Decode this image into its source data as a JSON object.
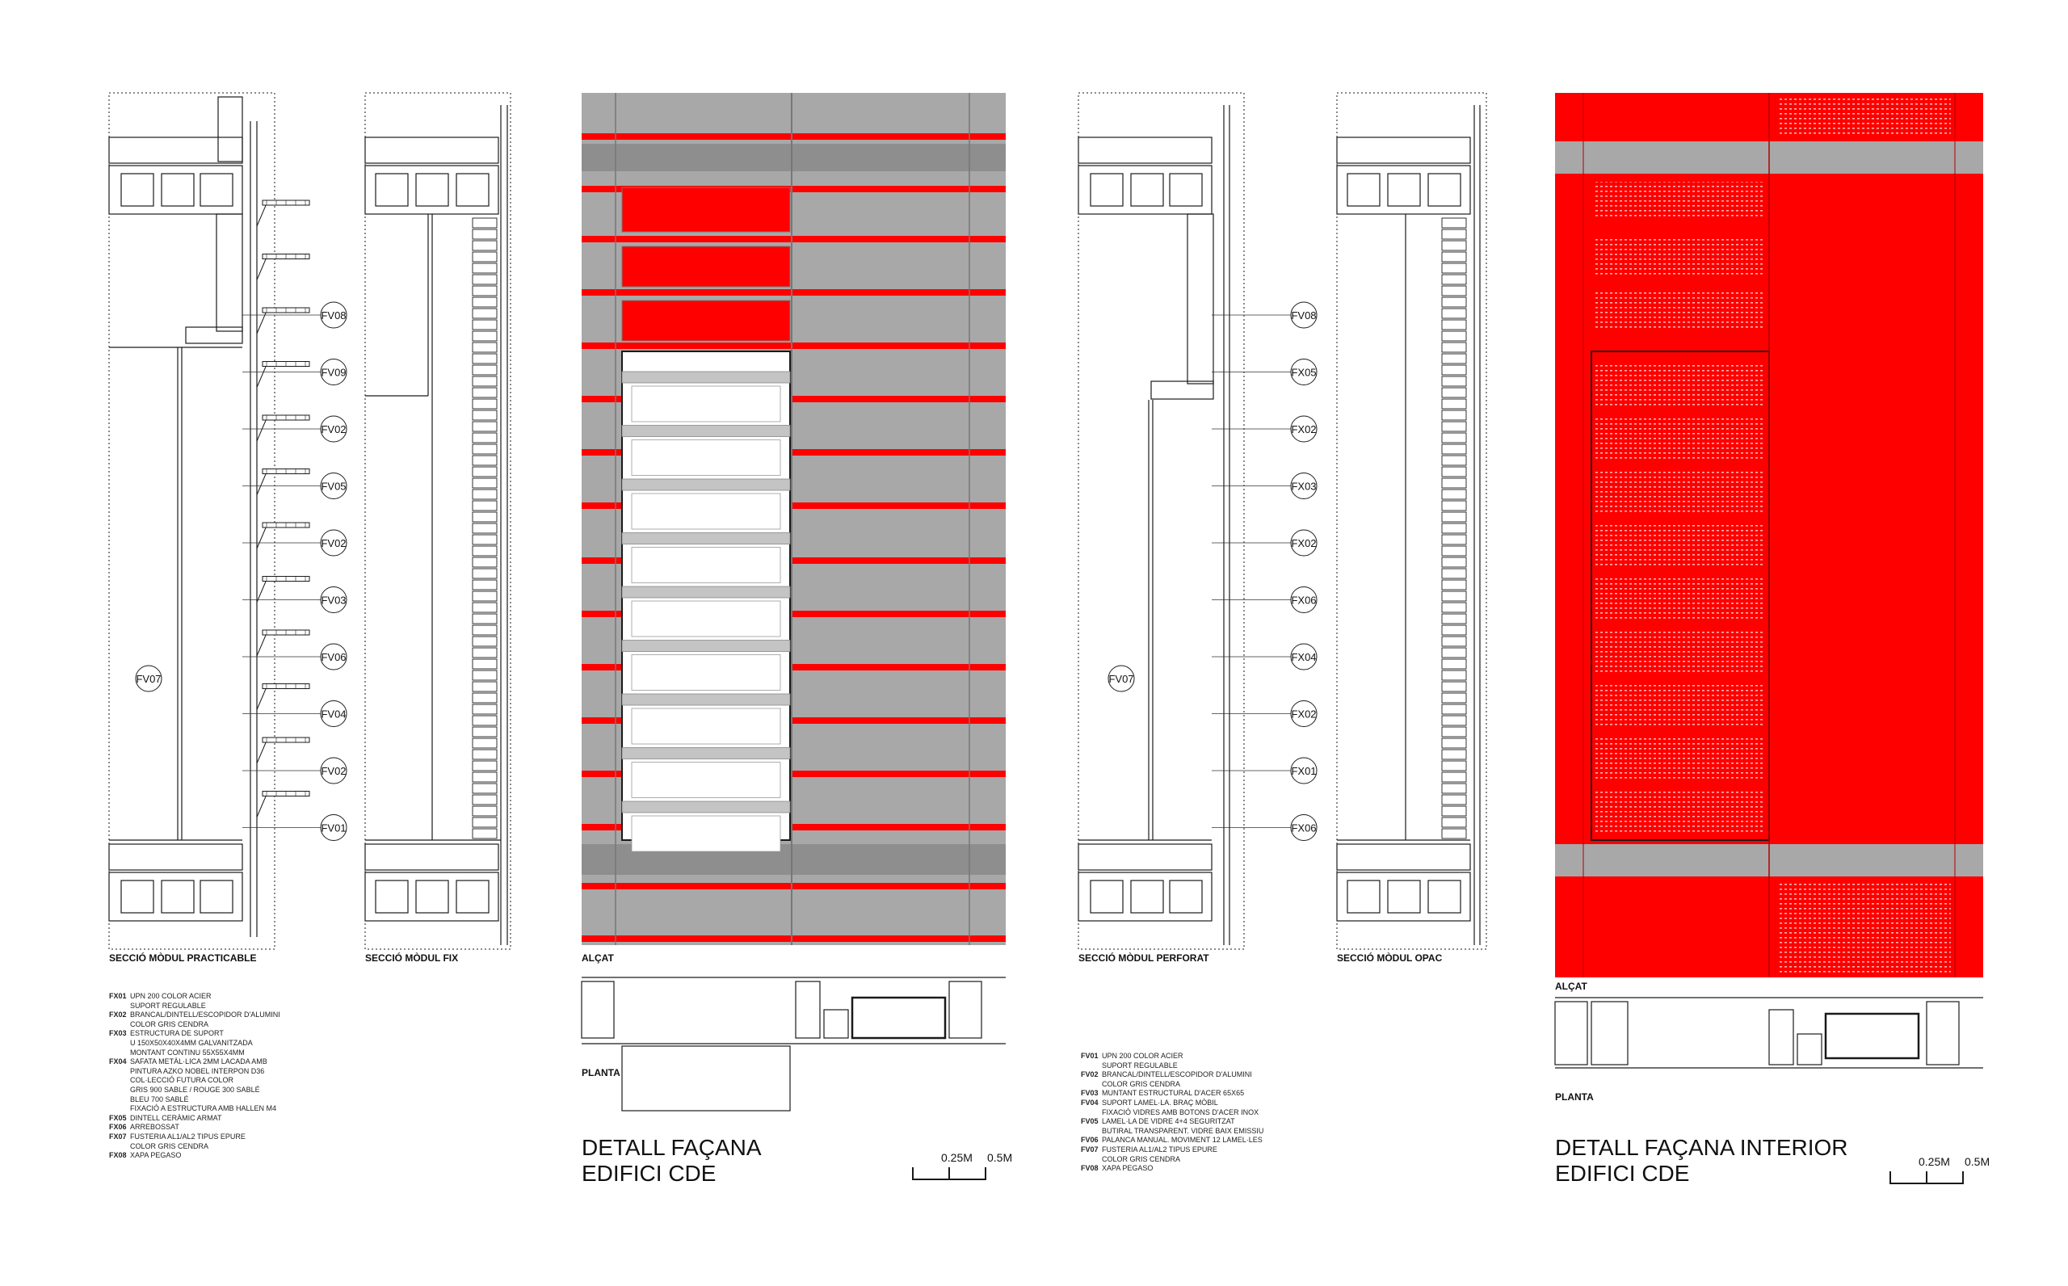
{
  "left_sheet": {
    "sections": [
      {
        "label": "SECCIÓ MÒDUL PRACTICABLE"
      },
      {
        "label": "SECCIÓ MÒDUL FIX"
      }
    ],
    "elevation_label": "ALÇAT",
    "plan_label": "PLANTA",
    "title_line1": "DETALL FAÇANA",
    "title_line2": "EDIFICI CDE",
    "scale_a": "0.25M",
    "scale_b": "0.5M",
    "callouts": [
      "FV08",
      "FV09",
      "FV02",
      "FV05",
      "FV02",
      "FV03",
      "FV06",
      "FV04",
      "FV02",
      "FV01"
    ],
    "callout_left": "FV07",
    "legend": [
      {
        "code": "FX01",
        "lines": [
          "UPN 200 COLOR ACIER",
          "SUPORT REGULABLE"
        ]
      },
      {
        "code": "FX02",
        "lines": [
          "BRANCAL/DINTELL/ESCOPIDOR D'ALUMINI",
          "COLOR GRIS CENDRA"
        ]
      },
      {
        "code": "FX03",
        "lines": [
          "ESTRUCTURA DE SUPORT",
          "U 150X50X40X4MM GALVANITZADA",
          "MONTANT CONTINU 55X55X4MM"
        ]
      },
      {
        "code": "FX04",
        "lines": [
          "SAFATA METÀL·LICA 2MM LACADA AMB",
          "PINTURA AZKO NOBEL INTERPON D36",
          "COL·LECCIÓ FUTURA COLOR",
          "GRIS 900 SABLE / ROUGE 300 SABLÉ",
          "BLEU 700 SABLÉ",
          "FIXACIÓ A ESTRUCTURA AMB HALLEN M4"
        ]
      },
      {
        "code": "FX05",
        "lines": [
          "DINTELL CERÀMIC ARMAT"
        ]
      },
      {
        "code": "FX06",
        "lines": [
          "ARREBOSSAT"
        ]
      },
      {
        "code": "FX07",
        "lines": [
          "FUSTERIA AL1/AL2 TIPUS EPURE",
          "COLOR GRIS CENDRA"
        ]
      },
      {
        "code": "FX08",
        "lines": [
          "XAPA PEGASO"
        ]
      }
    ]
  },
  "right_sheet": {
    "sections": [
      {
        "label": "SECCIÓ MÒDUL PERFORAT"
      },
      {
        "label": "SECCIÓ MÒDUL OPAC"
      }
    ],
    "elevation_label": "ALÇAT",
    "plan_label": "PLANTA",
    "title_line1": "DETALL FAÇANA INTERIOR",
    "title_line2": "EDIFICI CDE",
    "scale_a": "0.25M",
    "scale_b": "0.5M",
    "callouts": [
      "FV08",
      "FX05",
      "FX02",
      "FX03",
      "FX02",
      "FX06",
      "FX04",
      "FX02",
      "FX01",
      "FX06"
    ],
    "callout_left": "FV07",
    "legend": [
      {
        "code": "FV01",
        "lines": [
          "UPN 200 COLOR ACIER",
          "SUPORT REGULABLE"
        ]
      },
      {
        "code": "FV02",
        "lines": [
          "BRANCAL/DINTELL/ESCOPIDOR D'ALUMINI",
          "COLOR GRIS CENDRA"
        ]
      },
      {
        "code": "FV03",
        "lines": [
          "MUNTANT ESTRUCTURAL D'ACER 65X65"
        ]
      },
      {
        "code": "FV04",
        "lines": [
          "SUPORT LAMEL·LA. BRAÇ MÒBIL",
          "FIXACIÓ VIDRES AMB BOTONS D'ACER INOX"
        ]
      },
      {
        "code": "FV05",
        "lines": [
          "LAMEL·LA DE VIDRE 4+4 SEGURITZAT",
          "BUTIRAL TRANSPARENT. VIDRE BAIX EMISSIU"
        ]
      },
      {
        "code": "FV06",
        "lines": [
          "PALANCA MANUAL. MOVIMENT 12 LAMEL·LES"
        ]
      },
      {
        "code": "FV07",
        "lines": [
          "FUSTERIA AL1/AL2 TIPUS EPURE",
          "COLOR GRIS CENDRA"
        ]
      },
      {
        "code": "FV08",
        "lines": [
          "XAPA PEGASO"
        ]
      }
    ]
  },
  "colors": {
    "facade_grey": "#a8a8a8",
    "band_grey": "#8e8e8e",
    "accent_red": "#ff0000",
    "glass_white": "#ffffff",
    "line": "#1a1a1a"
  }
}
